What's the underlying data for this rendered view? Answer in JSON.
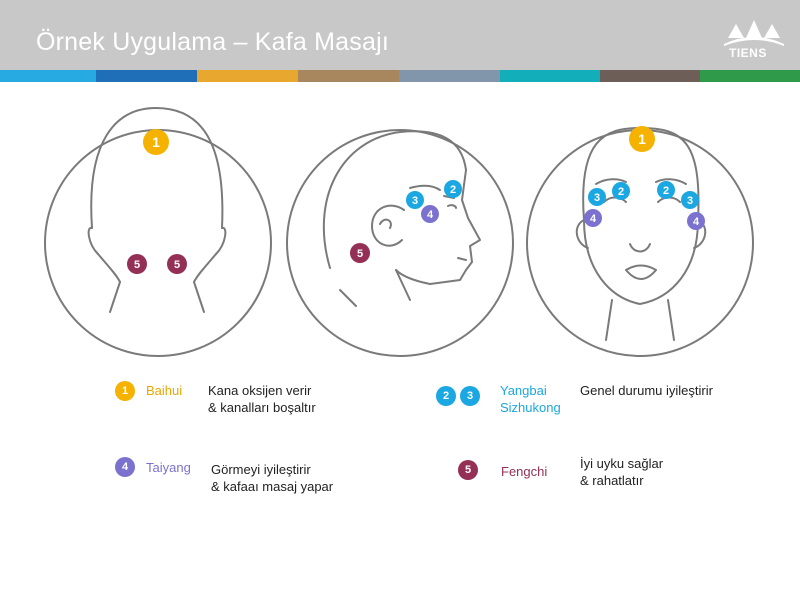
{
  "header": {
    "title": "Örnek Uygulama – Kafa Masajı",
    "logo_text": "TIENS"
  },
  "colors": {
    "header_bg": "#c8c8c8",
    "yellow": "#f5b200",
    "blue": "#1ba7e1",
    "purple": "#7b72d0",
    "maroon": "#943055",
    "line": "#7a7a7a",
    "stripe": [
      "#27a9e1",
      "#1e6fb8",
      "#e8a830",
      "#a8865e",
      "#8196aa",
      "#12aeb9",
      "#6d5f58",
      "#2f9a4a"
    ]
  },
  "figures": {
    "back_view": {
      "points": [
        "1",
        "5",
        "5"
      ]
    },
    "side_view": {
      "points": [
        "3",
        "2",
        "4",
        "5"
      ]
    },
    "front_view": {
      "points": [
        "1",
        "3",
        "2",
        "2",
        "3",
        "4",
        "4"
      ]
    }
  },
  "legend": [
    {
      "numbers": [
        "1"
      ],
      "name": "Baihui",
      "desc_lines": [
        "Kana oksijen verir",
        "& kanalları boşaltır"
      ]
    },
    {
      "numbers": [
        "2",
        "3"
      ],
      "name_lines": [
        "Yangbai",
        "Sizhukong"
      ],
      "desc_lines": [
        "Genel durumu iyileştirir"
      ]
    },
    {
      "numbers": [
        "4"
      ],
      "name": "Taiyang",
      "desc_lines": [
        "Görmeyi iyileştirir",
        "& kafaaı masaj yapar"
      ]
    },
    {
      "numbers": [
        "5"
      ],
      "name": "Fengchi",
      "desc_lines": [
        "İyi uyku sağlar",
        "& rahatlatır"
      ]
    }
  ]
}
